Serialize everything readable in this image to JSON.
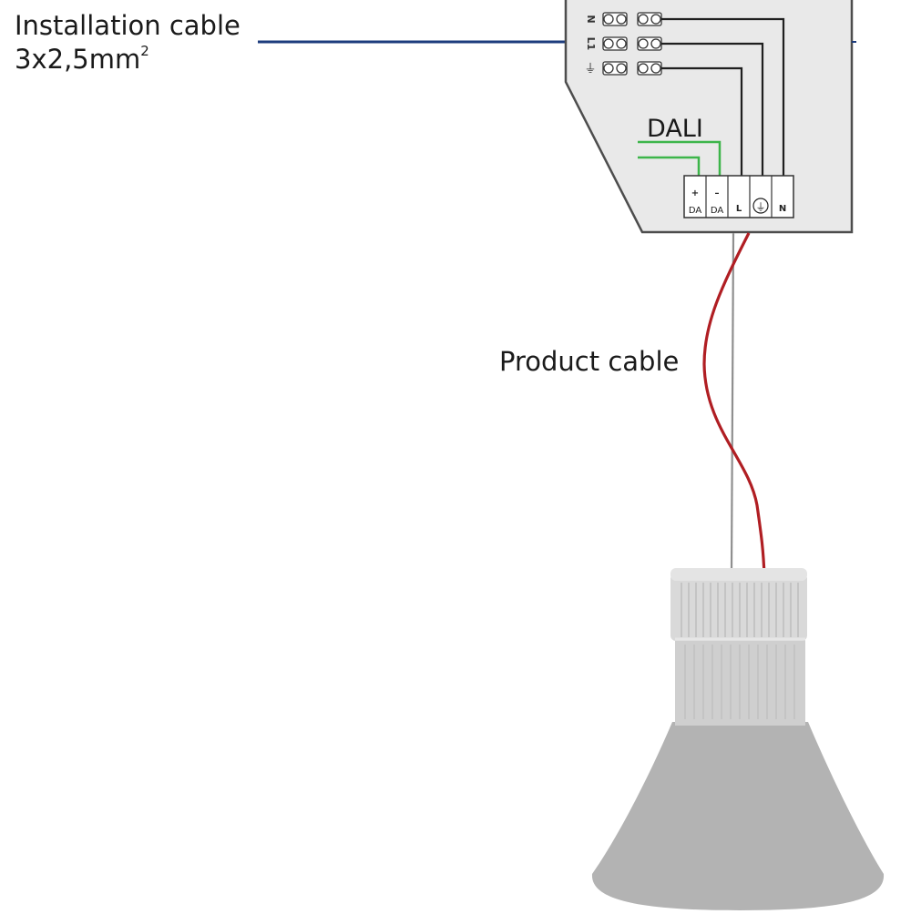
{
  "installation_cable": {
    "title": "Installation cable",
    "spec_main": "3x2,5mm",
    "spec_sup": "2"
  },
  "product_cable": {
    "label": "Product cable"
  },
  "junction_box": {
    "top_block_labels": [
      "N",
      "L1",
      "⏚"
    ],
    "dali_label": "DALI",
    "terminals": [
      {
        "top": "+",
        "bottom": "DA"
      },
      {
        "top": "–",
        "bottom": "DA"
      },
      {
        "top": "",
        "bottom": "L"
      },
      {
        "top": "",
        "bottom": "⏚"
      },
      {
        "top": "",
        "bottom": "N"
      }
    ]
  },
  "colors": {
    "installation_cable": "#1d3c7d",
    "product_cable": "#b01e23",
    "dali_wires": "#3cb54a",
    "box_fill": "#e9e9e9",
    "lamp_fill": "#b3b3b3"
  }
}
